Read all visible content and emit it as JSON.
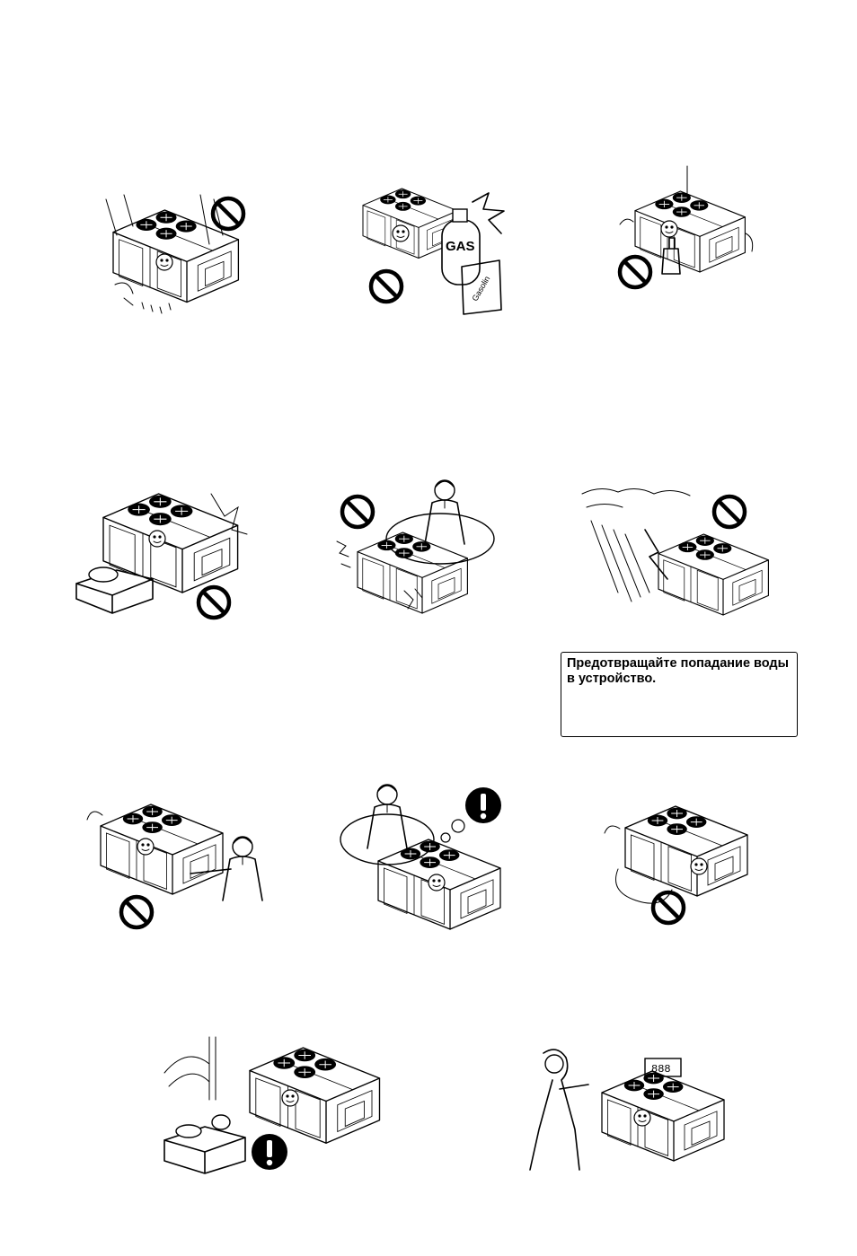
{
  "caption": {
    "text": "Предотвращайте попадание воды в устройство."
  },
  "illustrations": [
    {
      "name": "rain-on-unit",
      "symbol": "prohibited-icon"
    },
    {
      "name": "flammable-gas-near-unit",
      "symbol": "prohibited-icon",
      "labels": [
        "GAS",
        "Gasolin"
      ]
    },
    {
      "name": "chemicals-near-unit",
      "symbol": "prohibited-icon"
    },
    {
      "name": "stove-near-unit",
      "symbol": "prohibited-icon"
    },
    {
      "name": "unit-vibration-call-service",
      "symbol": "prohibited-icon"
    },
    {
      "name": "storm-wind-lightning",
      "symbol": "prohibited-icon"
    },
    {
      "name": "hand-into-unit",
      "symbol": "prohibited-icon"
    },
    {
      "name": "unit-abnormal-call-service",
      "symbol": "warning-icon"
    },
    {
      "name": "unit-cable-damage",
      "symbol": "prohibited-icon"
    },
    {
      "name": "stove-fumes-ventilation",
      "symbol": "warning-icon"
    },
    {
      "name": "woman-checks-thermostat",
      "display": "888"
    }
  ],
  "colors": {
    "ink": "#000000",
    "paper": "#ffffff"
  }
}
